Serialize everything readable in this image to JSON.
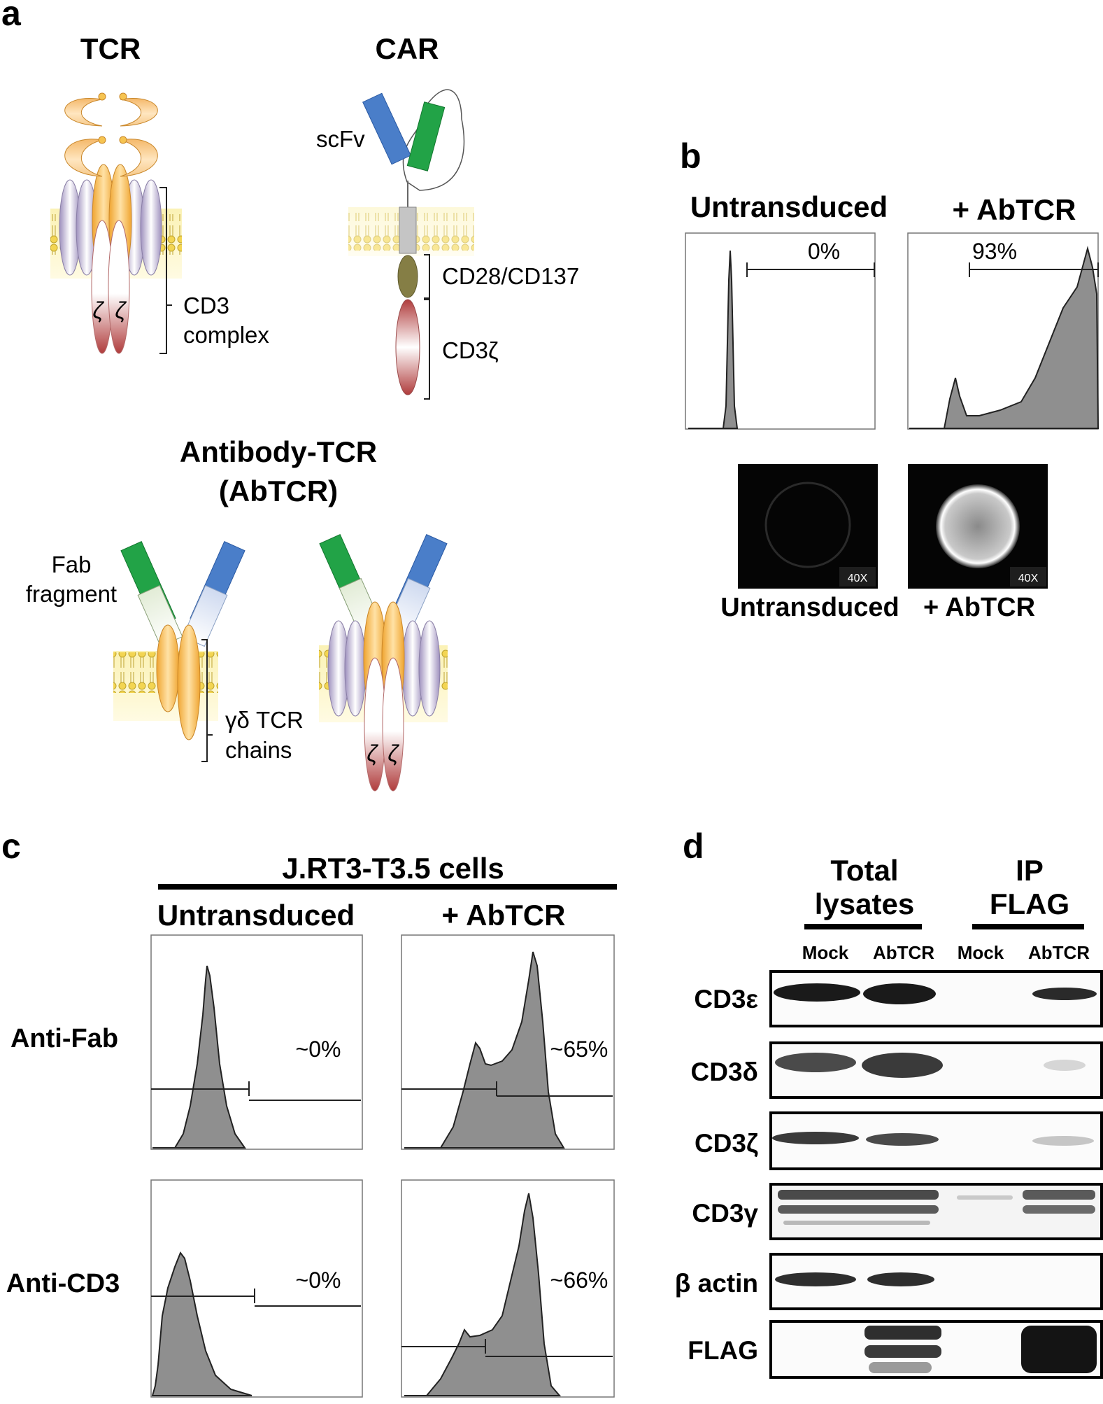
{
  "figure": {
    "panel_a": {
      "letter": "a",
      "tcr": {
        "title": "TCR",
        "cd3_label_1": "CD3",
        "cd3_label_2": "complex",
        "zeta_1": "ζ",
        "zeta_2": "ζ"
      },
      "car": {
        "title": "CAR",
        "scfv": "scFv",
        "costim": "CD28/CD137",
        "cd3z": "CD3ζ"
      },
      "abtcr": {
        "title_1": "Antibody-TCR",
        "title_2": "(AbTCR)",
        "fab_1": "Fab",
        "fab_2": "fragment",
        "gd_1": "γδ TCR",
        "gd_2": "chains",
        "zeta_1": "ζ",
        "zeta_2": "ζ"
      },
      "colors": {
        "blue": "#4a7ec9",
        "green": "#22a347",
        "orange": "#f2b050",
        "purple": "#b5a9cc",
        "red": "#b94a4a",
        "olive": "#857e45",
        "membrane": "#f5e89a"
      }
    },
    "panel_b": {
      "letter": "b",
      "hist_titles": [
        "Untransduced",
        "+ AbTCR"
      ],
      "hist_pcts": [
        "0%",
        "93%"
      ],
      "scope_badge": "40X",
      "scope_labels": [
        "Untransduced",
        "+ AbTCR"
      ]
    },
    "panel_c": {
      "letter": "c",
      "cell_line": "J.RT3-T3.5 cells",
      "col_titles": [
        "Untransduced",
        "+ AbTCR"
      ],
      "row_labels": [
        "Anti-Fab",
        "Anti-CD3"
      ],
      "pcts": [
        "~0%",
        "~65%",
        "~0%",
        "~66%"
      ]
    },
    "panel_d": {
      "letter": "d",
      "group_1": [
        "Total",
        "lysates"
      ],
      "group_2": [
        "IP",
        "FLAG"
      ],
      "lanes": [
        "Mock",
        "AbTCR",
        "Mock",
        "AbTCR"
      ],
      "blots": [
        "CD3ε",
        "CD3δ",
        "CD3ζ",
        "CD3γ",
        "β actin",
        "FLAG"
      ]
    }
  }
}
